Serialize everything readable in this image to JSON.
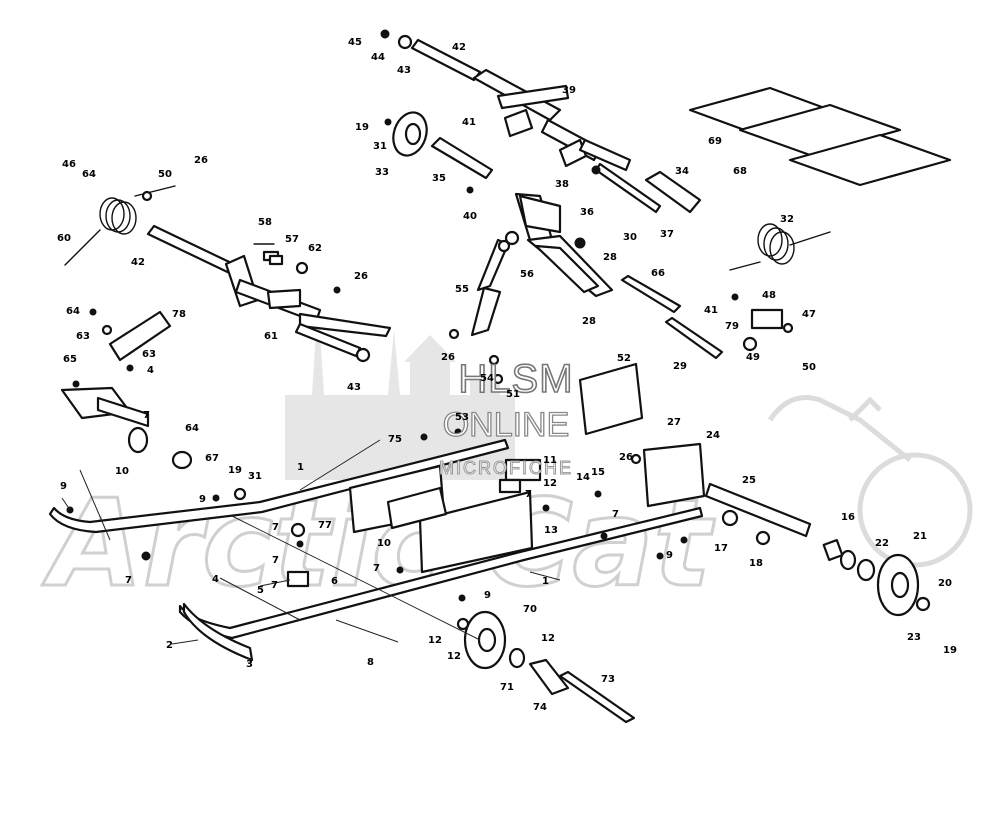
{
  "watermark": {
    "line1": "HLSM",
    "line2": "ONLINE",
    "line3": "MICROFICHE",
    "brand": "Arctic Cat"
  },
  "callouts": [
    {
      "id": "c1",
      "text": "45"
    },
    {
      "id": "c2",
      "text": "44"
    },
    {
      "id": "c3",
      "text": "43"
    },
    {
      "id": "c4",
      "text": "42"
    },
    {
      "id": "c5",
      "text": "39"
    },
    {
      "id": "c6",
      "text": "19"
    },
    {
      "id": "c7",
      "text": "41"
    },
    {
      "id": "c8",
      "text": "31"
    },
    {
      "id": "c9",
      "text": "33"
    },
    {
      "id": "c10",
      "text": "35"
    },
    {
      "id": "c11",
      "text": "38"
    },
    {
      "id": "c12",
      "text": "34"
    },
    {
      "id": "c13",
      "text": "40"
    },
    {
      "id": "c14",
      "text": "36"
    },
    {
      "id": "c15",
      "text": "30"
    },
    {
      "id": "c16",
      "text": "37"
    },
    {
      "id": "c17",
      "text": "32"
    },
    {
      "id": "c18",
      "text": "69"
    },
    {
      "id": "c19",
      "text": "68"
    },
    {
      "id": "c20",
      "text": "28"
    },
    {
      "id": "c21",
      "text": "56"
    },
    {
      "id": "c22",
      "text": "66"
    },
    {
      "id": "c23",
      "text": "29"
    },
    {
      "id": "c24",
      "text": "46"
    },
    {
      "id": "c25",
      "text": "64"
    },
    {
      "id": "c26",
      "text": "50"
    },
    {
      "id": "c27",
      "text": "26"
    },
    {
      "id": "c28",
      "text": "60"
    },
    {
      "id": "c29",
      "text": "42"
    },
    {
      "id": "c30",
      "text": "58"
    },
    {
      "id": "c31",
      "text": "57"
    },
    {
      "id": "c32",
      "text": "62"
    },
    {
      "id": "c33",
      "text": "26"
    },
    {
      "id": "c34",
      "text": "61"
    },
    {
      "id": "c35",
      "text": "43"
    },
    {
      "id": "c36",
      "text": "55"
    },
    {
      "id": "c37",
      "text": "26"
    },
    {
      "id": "c38",
      "text": "54"
    },
    {
      "id": "c39",
      "text": "51"
    },
    {
      "id": "c40",
      "text": "52"
    },
    {
      "id": "c41",
      "text": "53"
    },
    {
      "id": "c42",
      "text": "28"
    },
    {
      "id": "c43",
      "text": "41"
    },
    {
      "id": "c44",
      "text": "79"
    },
    {
      "id": "c45",
      "text": "48"
    },
    {
      "id": "c46",
      "text": "47"
    },
    {
      "id": "c47",
      "text": "49"
    },
    {
      "id": "c48",
      "text": "50"
    },
    {
      "id": "c49",
      "text": "64"
    },
    {
      "id": "c50",
      "text": "78"
    },
    {
      "id": "c51",
      "text": "63"
    },
    {
      "id": "c52",
      "text": "63"
    },
    {
      "id": "c53",
      "text": "4"
    },
    {
      "id": "c54",
      "text": "65"
    },
    {
      "id": "c55",
      "text": "7"
    },
    {
      "id": "c56",
      "text": "64"
    },
    {
      "id": "c57",
      "text": "67"
    },
    {
      "id": "c58",
      "text": "10"
    },
    {
      "id": "c59",
      "text": "9"
    },
    {
      "id": "c60",
      "text": "7"
    },
    {
      "id": "c61",
      "text": "19"
    },
    {
      "id": "c62",
      "text": "31"
    },
    {
      "id": "c63",
      "text": "9"
    },
    {
      "id": "c64",
      "text": "1"
    },
    {
      "id": "c65",
      "text": "75"
    },
    {
      "id": "c66",
      "text": "11"
    },
    {
      "id": "c67",
      "text": "12"
    },
    {
      "id": "c68",
      "text": "7"
    },
    {
      "id": "c69",
      "text": "14"
    },
    {
      "id": "c70",
      "text": "15"
    },
    {
      "id": "c71",
      "text": "26"
    },
    {
      "id": "c72",
      "text": "27"
    },
    {
      "id": "c73",
      "text": "24"
    },
    {
      "id": "c74",
      "text": "25"
    },
    {
      "id": "c75",
      "text": "77"
    },
    {
      "id": "c76",
      "text": "10"
    },
    {
      "id": "c77",
      "text": "13"
    },
    {
      "id": "c78",
      "text": "7"
    },
    {
      "id": "c79",
      "text": "9"
    },
    {
      "id": "c80",
      "text": "17"
    },
    {
      "id": "c81",
      "text": "18"
    },
    {
      "id": "c82",
      "text": "16"
    },
    {
      "id": "c83",
      "text": "22"
    },
    {
      "id": "c84",
      "text": "21"
    },
    {
      "id": "c85",
      "text": "20"
    },
    {
      "id": "c86",
      "text": "23"
    },
    {
      "id": "c87",
      "text": "19"
    },
    {
      "id": "c88",
      "text": "7"
    },
    {
      "id": "c89",
      "text": "7"
    },
    {
      "id": "c90",
      "text": "6"
    },
    {
      "id": "c91",
      "text": "5"
    },
    {
      "id": "c92",
      "text": "4"
    },
    {
      "id": "c93",
      "text": "7"
    },
    {
      "id": "c94",
      "text": "1"
    },
    {
      "id": "c95",
      "text": "9"
    },
    {
      "id": "c96",
      "text": "2"
    },
    {
      "id": "c97",
      "text": "3"
    },
    {
      "id": "c98",
      "text": "8"
    },
    {
      "id": "c99",
      "text": "70"
    },
    {
      "id": "c100",
      "text": "12"
    },
    {
      "id": "c101",
      "text": "12"
    },
    {
      "id": "c102",
      "text": "12"
    },
    {
      "id": "c103",
      "text": "71"
    },
    {
      "id": "c104",
      "text": "74"
    },
    {
      "id": "c105",
      "text": "73"
    },
    {
      "id": "c106",
      "text": "7"
    }
  ]
}
